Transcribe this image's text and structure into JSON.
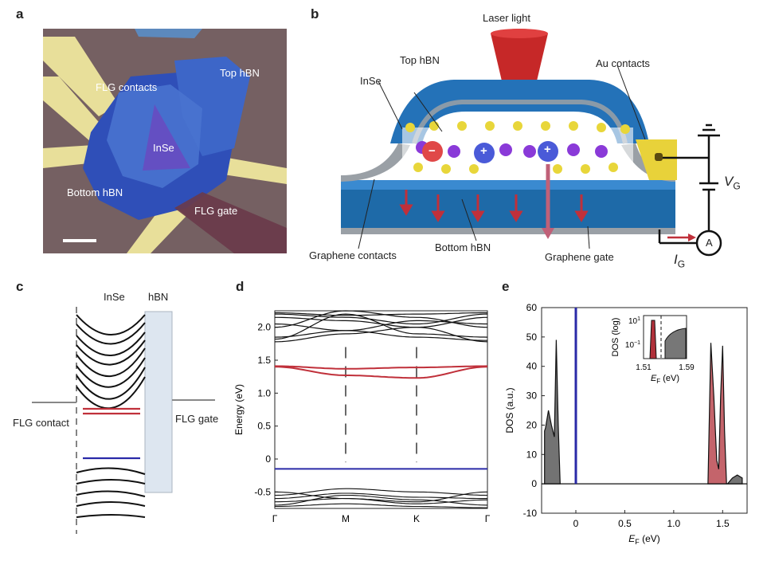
{
  "panel_a": {
    "letter": "a",
    "labels": {
      "flg_contacts": "FLG contacts",
      "top_hbn": "Top hBN",
      "inse": "InSe",
      "bottom_hbn": "Bottom hBN",
      "flg_gate": "FLG gate"
    }
  },
  "panel_b": {
    "letter": "b",
    "labels": {
      "laser": "Laser light",
      "top_hbn": "Top hBN",
      "au_contacts": "Au contacts",
      "inse": "InSe",
      "vg": "V",
      "vg_sub": "G",
      "ig": "I",
      "ig_sub": "G",
      "ammeter": "A",
      "graphene_contacts": "Graphene contacts",
      "bottom_hbn": "Bottom hBN",
      "graphene_gate": "Graphene  gate",
      "minus": "−",
      "plus": "+"
    }
  },
  "panel_c": {
    "letter": "c",
    "labels": {
      "inse": "InSe",
      "hbn": "hBN",
      "flg_contact": "FLG contact",
      "flg_gate": "FLG gate"
    },
    "colors": {
      "red_band": "#c0303a",
      "blue_band": "#2a2aa8",
      "hbn_fill": "#dde6f0"
    }
  },
  "chart_data": [
    {
      "type": "line",
      "panel": "d",
      "xlabel": "",
      "ylabel": "Energy (eV)",
      "x_ticks": [
        "Γ",
        "M",
        "K",
        "Γ"
      ],
      "y_ticks": [
        "-0.5",
        "0",
        "0.5",
        "1.0",
        "1.5",
        "2.0"
      ],
      "ylim": [
        -0.75,
        2.25
      ],
      "series": [
        {
          "role": "red_band_upper",
          "color": "#c0303a",
          "x": [
            0,
            1,
            2,
            3
          ],
          "y": [
            1.41,
            1.37,
            1.39,
            1.41
          ]
        },
        {
          "role": "red_band_lower",
          "color": "#c0303a",
          "x": [
            0,
            1,
            2,
            3
          ],
          "y": [
            1.4,
            1.27,
            1.23,
            1.4
          ]
        },
        {
          "role": "blue_flat_band",
          "color": "#2a2aa8",
          "x": [
            0,
            3
          ],
          "y": [
            -0.15,
            -0.15
          ]
        }
      ]
    },
    {
      "type": "area",
      "panel": "e",
      "xlabel": "E",
      "xlabel_sub": "F",
      "xlabel_unit": " (eV)",
      "ylabel": "DOS (a.u.)",
      "xlim": [
        -0.35,
        1.75
      ],
      "ylim": [
        -10,
        60
      ],
      "x_ticks": [
        "0",
        "0.5",
        "1.0",
        "1.5"
      ],
      "y_ticks": [
        "-10",
        "0",
        "10",
        "20",
        "30",
        "40",
        "50",
        "60"
      ],
      "series": [
        {
          "role": "valence_dos",
          "color": "#444444",
          "x": [
            -0.32,
            -0.31,
            -0.28,
            -0.25,
            -0.22,
            -0.2,
            -0.18,
            -0.16
          ],
          "y": [
            18,
            19,
            25,
            20,
            16,
            49,
            20,
            0
          ]
        },
        {
          "role": "defect_peak",
          "color": "#2a2aa8",
          "x": [
            0,
            0,
            0
          ],
          "y": [
            0,
            60,
            0
          ]
        },
        {
          "role": "red_dos",
          "color": "#b0303a",
          "x": [
            1.35,
            1.38,
            1.41,
            1.44,
            1.46,
            1.48,
            1.5,
            1.52,
            1.54
          ],
          "y": [
            0,
            48,
            30,
            8,
            5,
            30,
            47,
            18,
            0
          ]
        },
        {
          "role": "conduction_dos",
          "color": "#444444",
          "x": [
            1.55,
            1.6,
            1.65,
            1.7
          ],
          "y": [
            0,
            2,
            3,
            2
          ]
        }
      ],
      "inset": {
        "ylabel": "DOS (log)",
        "xlabel": "E",
        "xlabel_sub": "F",
        "xlabel_unit": " (eV)",
        "x_ticks": [
          "1.51",
          "1.59"
        ],
        "y_tick_top": "10",
        "y_tick_top_exp": "1",
        "y_tick_bottom": "10",
        "y_tick_bottom_exp": "−1"
      }
    }
  ],
  "panel_d": {
    "letter": "d"
  },
  "panel_e": {
    "letter": "e"
  }
}
